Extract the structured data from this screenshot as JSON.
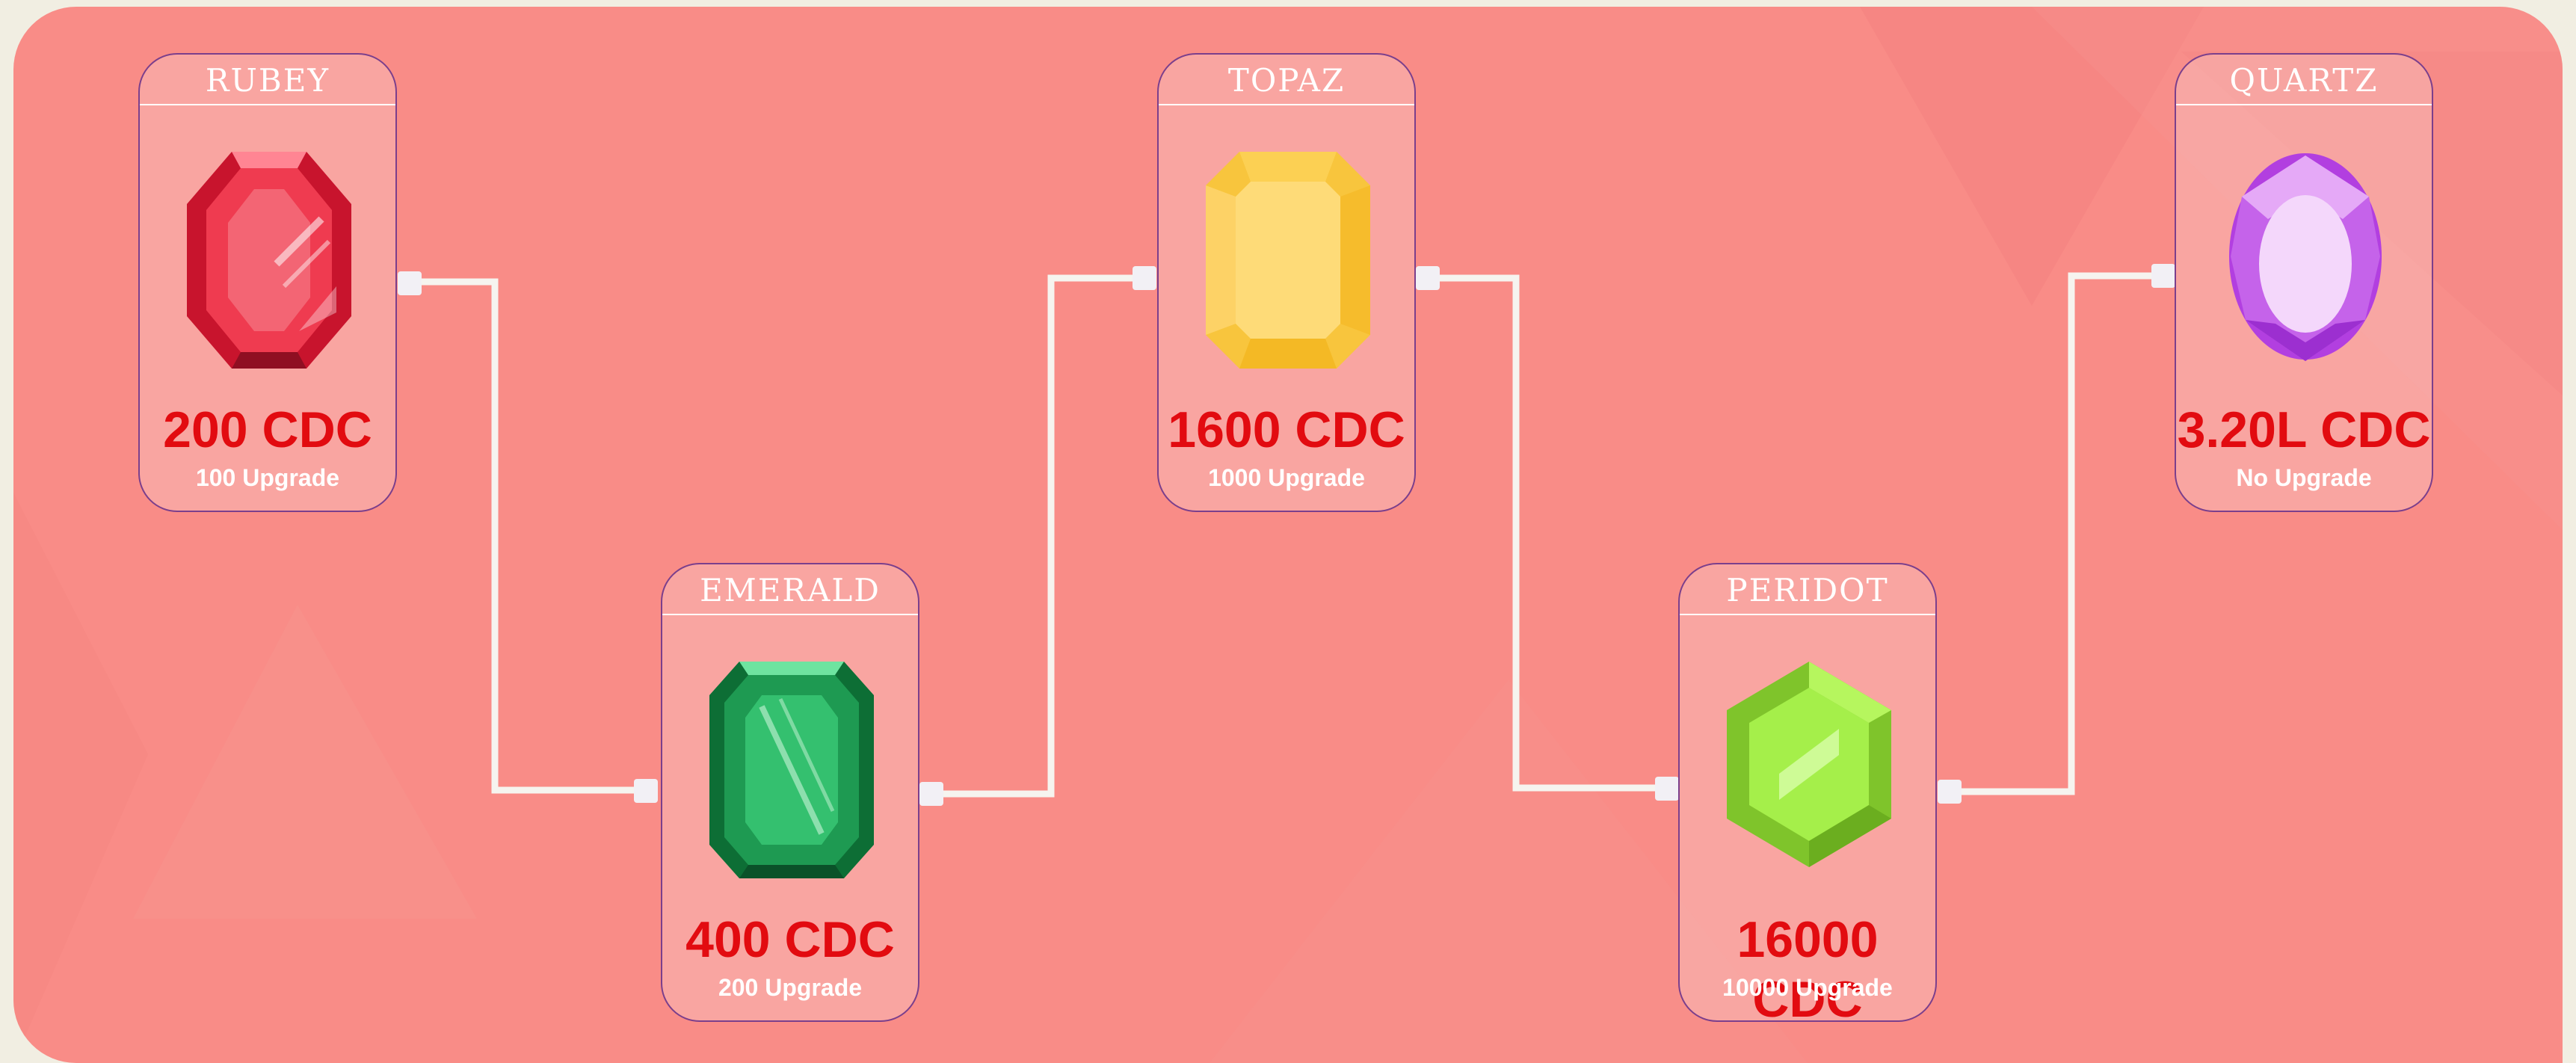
{
  "theme": {
    "panel_color": "#f98c87",
    "page_color": "#f1eee2",
    "price_color": "#e20b10",
    "connector_color": "#f6f4ef"
  },
  "gems": [
    {
      "name": "RUBEY",
      "price": "200 CDC",
      "upgrade": "100 Upgrade",
      "icon": "ruby-gem-icon",
      "color": "#e4243d"
    },
    {
      "name": "EMERALD",
      "price": "400 CDC",
      "upgrade": "200 Upgrade",
      "icon": "emerald-gem-icon",
      "color": "#1f9a56"
    },
    {
      "name": "TOPAZ",
      "price": "1600 CDC",
      "upgrade": "1000 Upgrade",
      "icon": "topaz-gem-icon",
      "color": "#fdd35c"
    },
    {
      "name": "PERIDOT",
      "price": "16000 CDC",
      "upgrade": "10000 Upgrade",
      "icon": "peridot-gem-icon",
      "color": "#8ed63a"
    },
    {
      "name": "QUARTZ",
      "price": "3.20L CDC",
      "upgrade": "No Upgrade",
      "icon": "quartz-gem-icon",
      "color": "#c563ea"
    }
  ]
}
